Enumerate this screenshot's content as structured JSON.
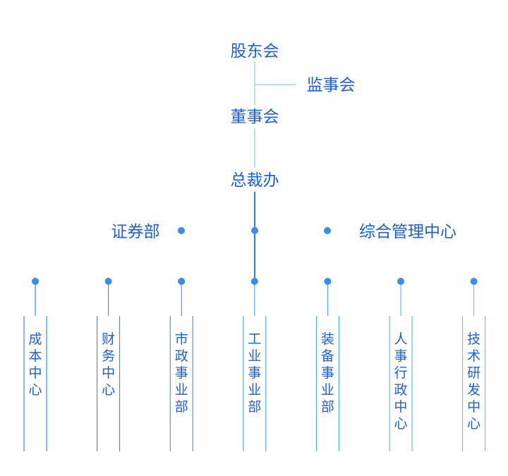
{
  "colors": {
    "text": "#1f5fd6",
    "line_dark": "#1f6fe0",
    "line_light": "#3fc4f2",
    "node": "#3a8ee8",
    "connector": "#7fb4ee"
  },
  "top_nodes": {
    "shareholders": "股东会",
    "supervisors": "监事会",
    "board": "董事会",
    "president_office": "总裁办"
  },
  "side_nodes": {
    "left": "证券部",
    "right": "综合管理中心"
  },
  "departments": [
    {
      "label": "成本中心"
    },
    {
      "label": "财务中心"
    },
    {
      "label": "市政事业部"
    },
    {
      "label": "工业事业部"
    },
    {
      "label": "装备事业部"
    },
    {
      "label": "人事行政中心"
    },
    {
      "label": "技术研发中心"
    }
  ]
}
